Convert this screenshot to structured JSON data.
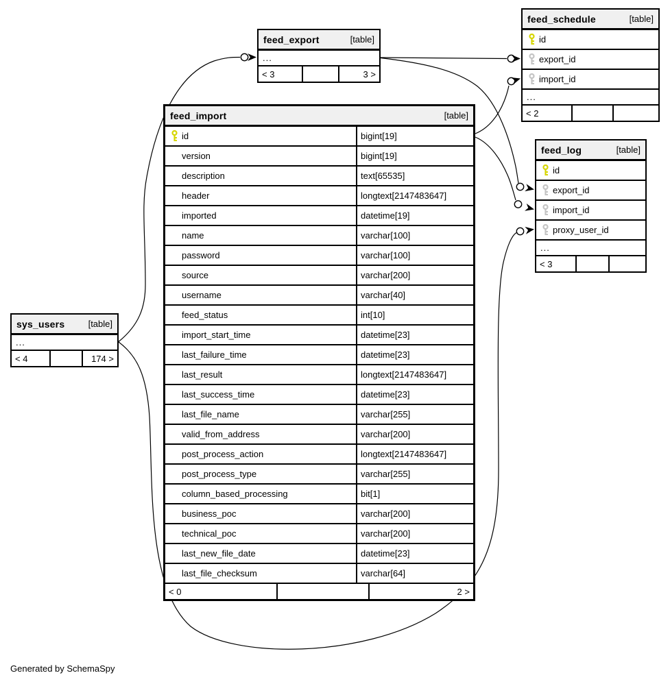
{
  "caption": "Generated by SchemaSpy",
  "colors": {
    "primary_key": "#d6d600",
    "foreign_key": "#c4c4c4",
    "header_bg": "#f0f0f0",
    "line": "#000000"
  },
  "tables": [
    {
      "id": "feed_export",
      "name": "feed_export",
      "tag": "[table]",
      "columns": [
        {
          "name": "..."
        }
      ],
      "footer": [
        "< 3",
        "",
        "3 >"
      ]
    },
    {
      "id": "feed_schedule",
      "name": "feed_schedule",
      "tag": "[table]",
      "columns": [
        {
          "name": "id",
          "key": "pk"
        },
        {
          "name": "export_id",
          "key": "fk"
        },
        {
          "name": "import_id",
          "key": "fk"
        },
        {
          "name": "..."
        }
      ],
      "footer": [
        "< 2",
        "",
        ""
      ]
    },
    {
      "id": "feed_import",
      "name": "feed_import",
      "tag": "[table]",
      "columns": [
        {
          "name": "id",
          "type": "bigint[19]",
          "key": "pk"
        },
        {
          "name": "version",
          "type": "bigint[19]"
        },
        {
          "name": "description",
          "type": "text[65535]"
        },
        {
          "name": "header",
          "type": "longtext[2147483647]"
        },
        {
          "name": "imported",
          "type": "datetime[19]"
        },
        {
          "name": "name",
          "type": "varchar[100]"
        },
        {
          "name": "password",
          "type": "varchar[100]"
        },
        {
          "name": "source",
          "type": "varchar[200]"
        },
        {
          "name": "username",
          "type": "varchar[40]"
        },
        {
          "name": "feed_status",
          "type": "int[10]"
        },
        {
          "name": "import_start_time",
          "type": "datetime[23]"
        },
        {
          "name": "last_failure_time",
          "type": "datetime[23]"
        },
        {
          "name": "last_result",
          "type": "longtext[2147483647]"
        },
        {
          "name": "last_success_time",
          "type": "datetime[23]"
        },
        {
          "name": "last_file_name",
          "type": "varchar[255]"
        },
        {
          "name": "valid_from_address",
          "type": "varchar[200]"
        },
        {
          "name": "post_process_action",
          "type": "longtext[2147483647]"
        },
        {
          "name": "post_process_type",
          "type": "varchar[255]"
        },
        {
          "name": "column_based_processing",
          "type": "bit[1]"
        },
        {
          "name": "business_poc",
          "type": "varchar[200]"
        },
        {
          "name": "technical_poc",
          "type": "varchar[200]"
        },
        {
          "name": "last_new_file_date",
          "type": "datetime[23]"
        },
        {
          "name": "last_file_checksum",
          "type": "varchar[64]"
        }
      ],
      "footer": [
        "< 0",
        "",
        "2 >"
      ]
    },
    {
      "id": "feed_log",
      "name": "feed_log",
      "tag": "[table]",
      "columns": [
        {
          "name": "id",
          "key": "pk"
        },
        {
          "name": "export_id",
          "key": "fk"
        },
        {
          "name": "import_id",
          "key": "fk"
        },
        {
          "name": "proxy_user_id",
          "key": "fk"
        },
        {
          "name": "..."
        }
      ],
      "footer": [
        "< 3",
        "",
        ""
      ]
    },
    {
      "id": "sys_users",
      "name": "sys_users",
      "tag": "[table]",
      "columns": [
        {
          "name": "..."
        }
      ],
      "footer": [
        "< 4",
        "",
        "174 >"
      ]
    }
  ],
  "relationships": [
    {
      "from": "sys_users",
      "to": "feed_export",
      "to_column": "..."
    },
    {
      "from": "feed_export",
      "to": "feed_schedule",
      "to_column": "export_id"
    },
    {
      "from": "feed_import",
      "to": "feed_schedule",
      "to_column": "import_id"
    },
    {
      "from": "feed_export",
      "to": "feed_log",
      "to_column": "export_id"
    },
    {
      "from": "feed_import",
      "to": "feed_log",
      "to_column": "import_id"
    },
    {
      "from": "sys_users",
      "to": "feed_log",
      "to_column": "proxy_user_id"
    }
  ]
}
